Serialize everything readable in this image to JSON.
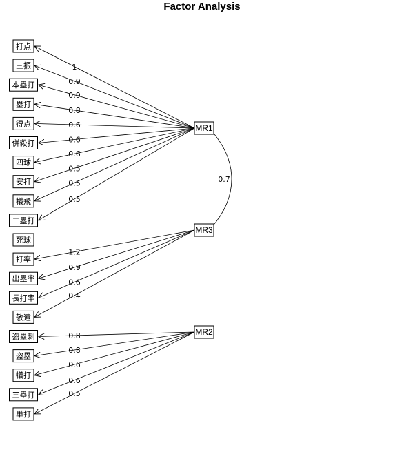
{
  "title": "Factor Analysis",
  "factors": [
    {
      "id": "MR1",
      "label": "MR1"
    },
    {
      "id": "MR3",
      "label": "MR3"
    },
    {
      "id": "MR2",
      "label": "MR2"
    }
  ],
  "variables": [
    "打点",
    "三振",
    "本塁打",
    "塁打",
    "得点",
    "併殺打",
    "四球",
    "安打",
    "犠飛",
    "二塁打",
    "死球",
    "打率",
    "出塁率",
    "長打率",
    "敬遠",
    "盗塁刺",
    "盗塁",
    "犠打",
    "三塁打",
    "単打"
  ],
  "loadings": [
    {
      "factor": "MR1",
      "variable": "打点",
      "value": "1"
    },
    {
      "factor": "MR1",
      "variable": "三振",
      "value": "0.9"
    },
    {
      "factor": "MR1",
      "variable": "本塁打",
      "value": "0.9"
    },
    {
      "factor": "MR1",
      "variable": "塁打",
      "value": "0.8"
    },
    {
      "factor": "MR1",
      "variable": "得点",
      "value": "0.6"
    },
    {
      "factor": "MR1",
      "variable": "併殺打",
      "value": "0.6"
    },
    {
      "factor": "MR1",
      "variable": "四球",
      "value": "0.6"
    },
    {
      "factor": "MR1",
      "variable": "安打",
      "value": "0.5"
    },
    {
      "factor": "MR1",
      "variable": "犠飛",
      "value": "0.5"
    },
    {
      "factor": "MR1",
      "variable": "二塁打",
      "value": "0.5"
    },
    {
      "factor": "MR3",
      "variable": "打率",
      "value": "1.2"
    },
    {
      "factor": "MR3",
      "variable": "出塁率",
      "value": "0.9"
    },
    {
      "factor": "MR3",
      "variable": "長打率",
      "value": "0.6"
    },
    {
      "factor": "MR3",
      "variable": "敬遠",
      "value": "0.4"
    },
    {
      "factor": "MR2",
      "variable": "盗塁刺",
      "value": "0.8"
    },
    {
      "factor": "MR2",
      "variable": "盗塁",
      "value": "0.8"
    },
    {
      "factor": "MR2",
      "variable": "犠打",
      "value": "0.6"
    },
    {
      "factor": "MR2",
      "variable": "三塁打",
      "value": "0.6"
    },
    {
      "factor": "MR2",
      "variable": "単打",
      "value": "0.5"
    }
  ],
  "correlations": [
    {
      "from": "MR1",
      "to": "MR3",
      "value": "0.7"
    }
  ]
}
